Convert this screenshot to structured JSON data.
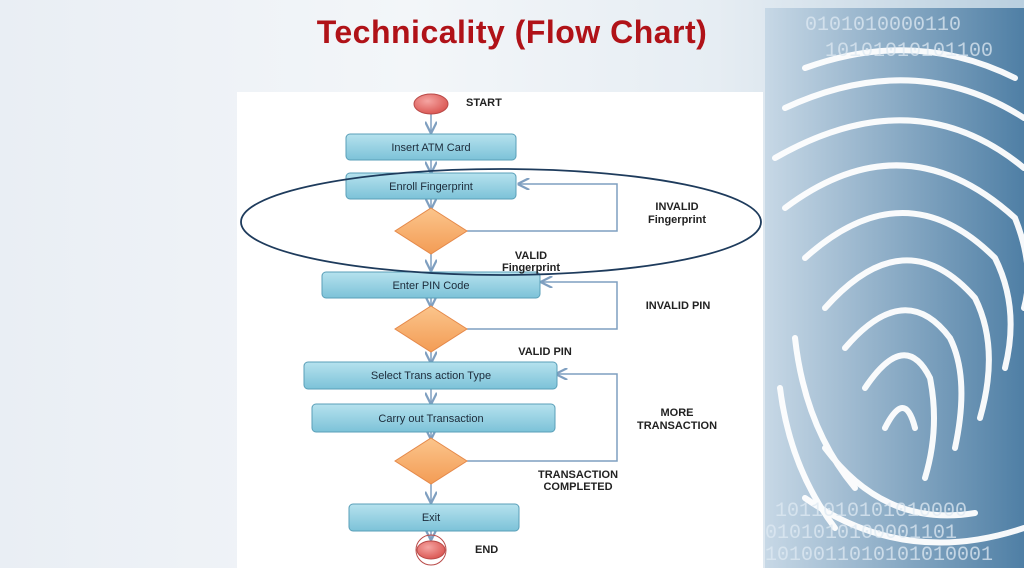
{
  "slide": {
    "title": "Technicality (Flow Chart)"
  },
  "background": {
    "binary_rows": [
      "0101010000110",
      "10101010101100",
      "0101010100001101",
      "1010011010101010001",
      "1011010101010000"
    ]
  },
  "flowchart": {
    "start_label": "START",
    "end_label": "END",
    "steps": {
      "insert_card": "Insert ATM Card",
      "enroll_fingerprint": "Enroll Fingerprint",
      "enter_pin": "Enter PIN Code",
      "select_transaction": "Select Trans action Type",
      "carry_out": "Carry out Transaction",
      "exit": "Exit"
    },
    "branch_labels": {
      "invalid_fp_1": "INVALID",
      "invalid_fp_2": "Fingerprint",
      "valid_fp_1": "VALID",
      "valid_fp_2": "Fingerprint",
      "invalid_pin": "INVALID PIN",
      "valid_pin": "VALID PIN",
      "more_1": "MORE",
      "more_2": "TRANSACTION",
      "completed_1": "TRANSACTION",
      "completed_2": "COMPLETED"
    },
    "colors": {
      "box_fill": "#8fcfe0",
      "box_stroke": "#5a9fb8",
      "decision_fill": "#f6ae6a",
      "start_fill": "#e57372",
      "arrow": "#7f9fc0",
      "highlight_ellipse": "#1e3b5c"
    }
  }
}
